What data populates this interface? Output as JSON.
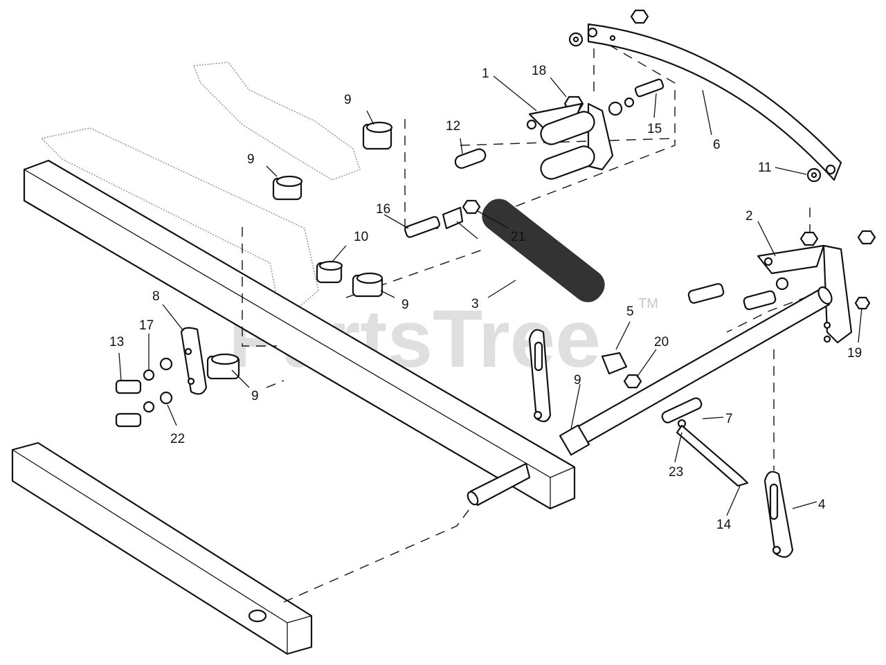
{
  "watermark": {
    "text": "PartsTree",
    "tm": "TM"
  },
  "callouts": {
    "c1": "1",
    "c2": "2",
    "c3": "3",
    "c4": "4",
    "c5": "5",
    "c6": "6",
    "c7": "7",
    "c8": "8",
    "c9a": "9",
    "c9b": "9",
    "c9c": "9",
    "c9d": "9",
    "c9e": "9",
    "c10": "10",
    "c11": "11",
    "c12": "12",
    "c13": "13",
    "c14": "14",
    "c15": "15",
    "c16": "16",
    "c17": "17",
    "c18": "18",
    "c19": "19",
    "c20": "20",
    "c21": "21",
    "c22": "22",
    "c23": "23"
  }
}
